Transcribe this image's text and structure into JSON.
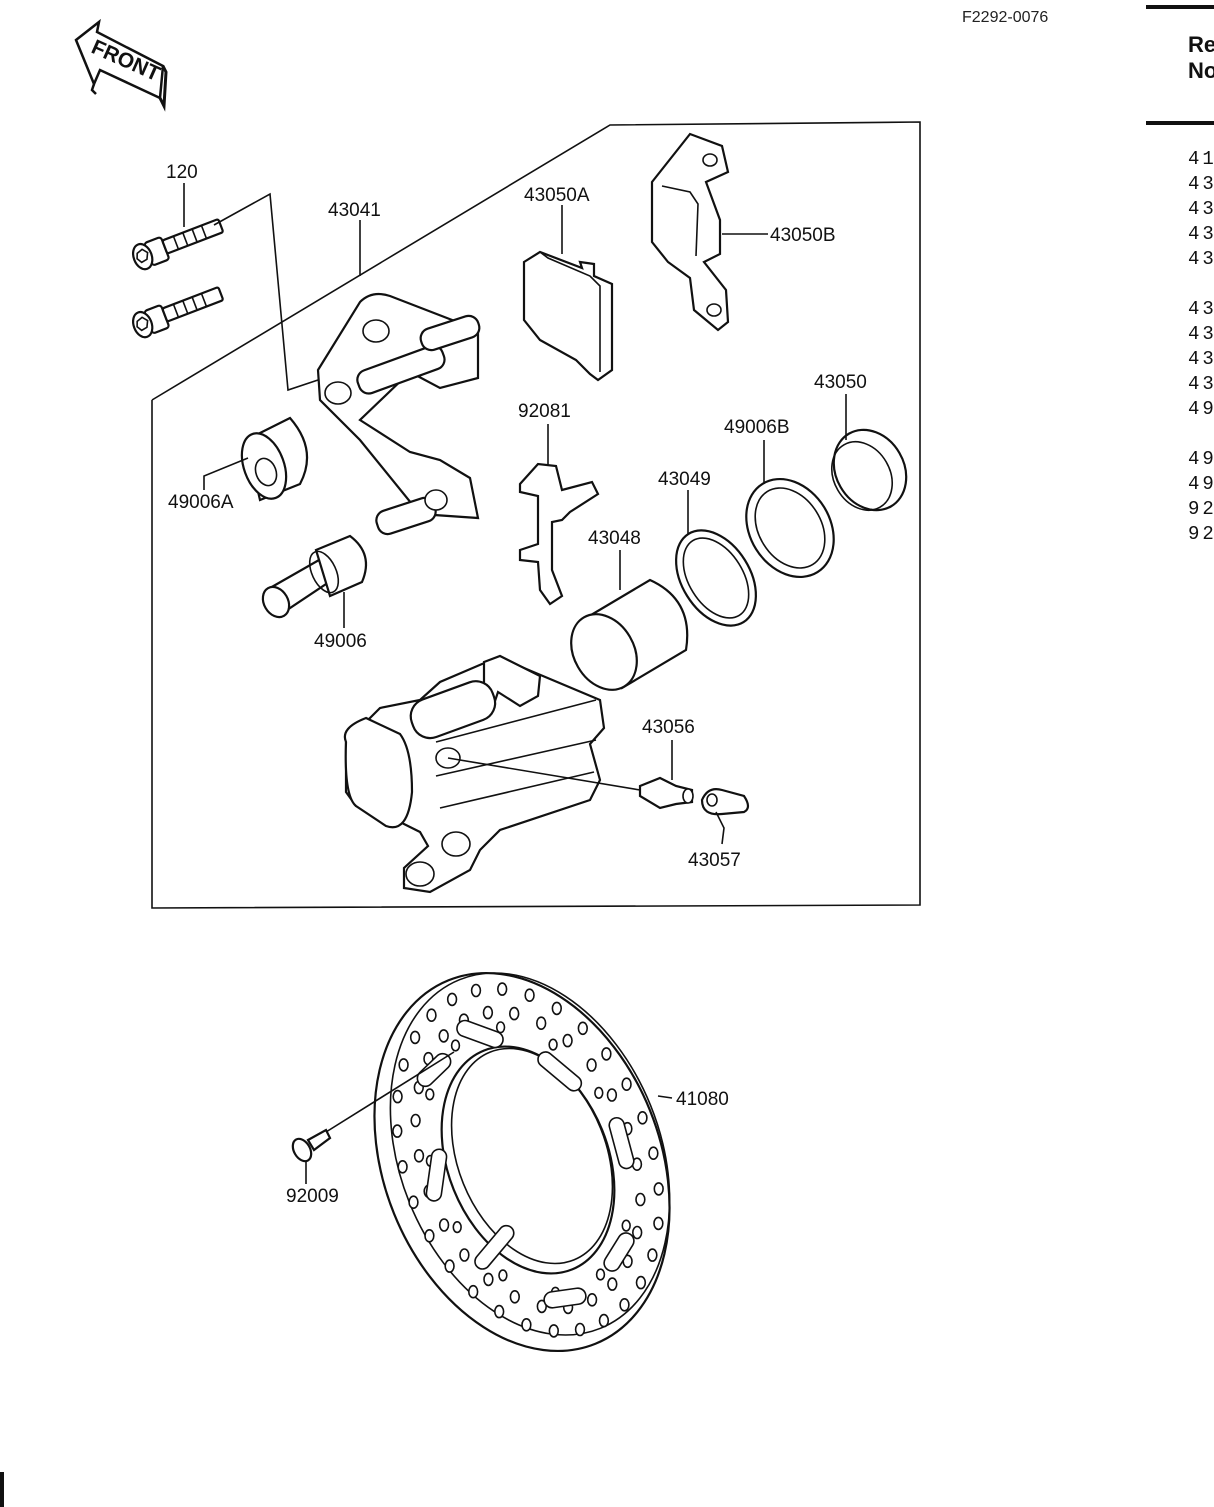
{
  "diagram_code": "F2292-0076",
  "front_arrow_label": "FRONT",
  "table_header": [
    "Re",
    "No"
  ],
  "table_rows": [
    "41",
    "43",
    "43",
    "43",
    "43",
    "43",
    "43",
    "43",
    "43",
    "49",
    "49",
    "49",
    "92",
    "92"
  ],
  "parts": {
    "p120": "120",
    "p43041": "43041",
    "p43050A": "43050A",
    "p43050B": "43050B",
    "p92081": "92081",
    "p43050": "43050",
    "p49006B": "49006B",
    "p49006A": "49006A",
    "p43049": "43049",
    "p43048": "43048",
    "p49006": "49006",
    "p43056": "43056",
    "p43057": "43057",
    "p41080": "41080",
    "p92009": "92009"
  }
}
